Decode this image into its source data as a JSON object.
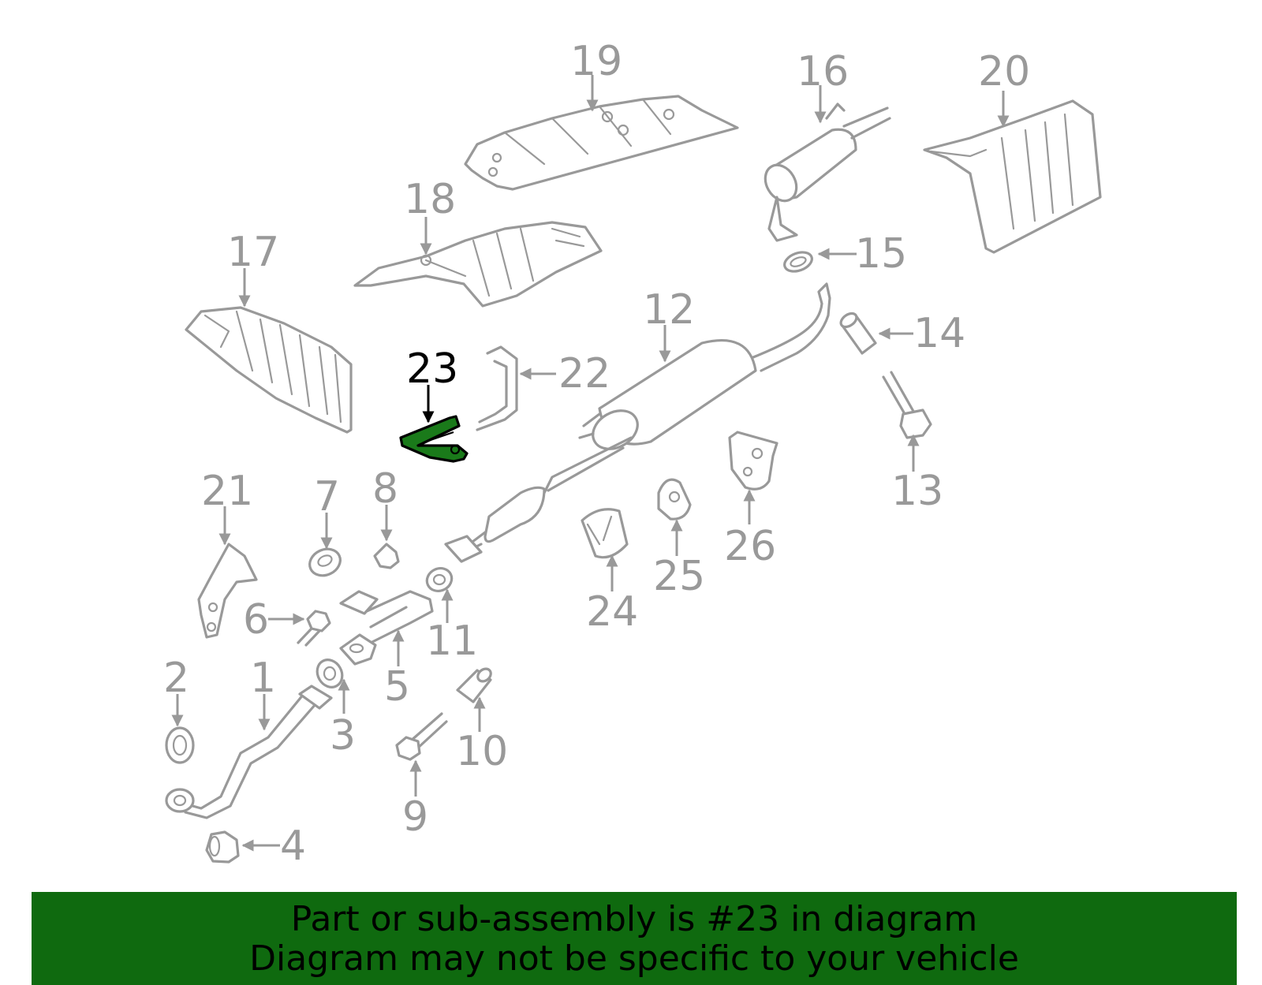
{
  "diagram": {
    "highlighted_part": "23",
    "callouts": {
      "c1": "1",
      "c2": "2",
      "c3": "3",
      "c4": "4",
      "c5": "5",
      "c6": "6",
      "c7": "7",
      "c8": "8",
      "c9": "9",
      "c10": "10",
      "c11": "11",
      "c12": "12",
      "c13": "13",
      "c14": "14",
      "c15": "15",
      "c16": "16",
      "c17": "17",
      "c18": "18",
      "c19": "19",
      "c20": "20",
      "c21": "21",
      "c22": "22",
      "c23": "23",
      "c24": "24",
      "c25": "25",
      "c26": "26"
    },
    "colors": {
      "part_stroke": "#999999",
      "highlight_fill": "#1a7a1a",
      "highlight_stroke": "#000000",
      "banner_background": "#0f6a0f"
    }
  },
  "banner": {
    "line1": "Part or sub-assembly is #23 in diagram",
    "line2": "Diagram may not be specific to your vehicle"
  }
}
